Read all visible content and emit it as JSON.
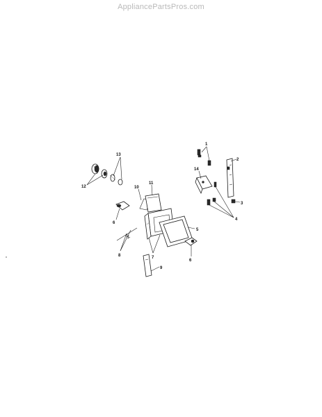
{
  "header": {
    "watermark": "AppliancePartsPros.com"
  },
  "callouts": [
    "1",
    "2",
    "3",
    "4",
    "5",
    "6",
    "6",
    "7",
    "8",
    "9",
    "10",
    "11",
    "12",
    "13",
    "14"
  ]
}
